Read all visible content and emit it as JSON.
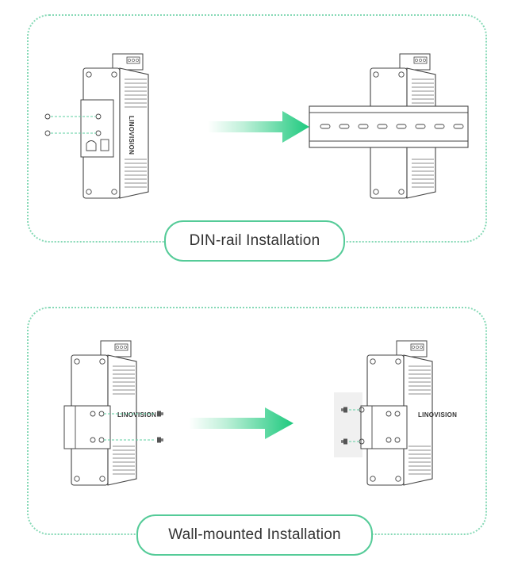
{
  "sections": [
    {
      "label": "DIN-rail Installation"
    },
    {
      "label": "Wall-mounted Installation"
    }
  ],
  "brand": "LINOVISION",
  "colors": {
    "accent": "#4fd89c",
    "arrow_start": "#e9fbf3",
    "arrow_end": "#1ec97e",
    "guide": "#5ccfa2",
    "line": "#444444"
  },
  "icons": [
    "arrow-right-icon",
    "screw-icon",
    "din-rail-icon",
    "device-icon",
    "wall-bracket-icon"
  ]
}
